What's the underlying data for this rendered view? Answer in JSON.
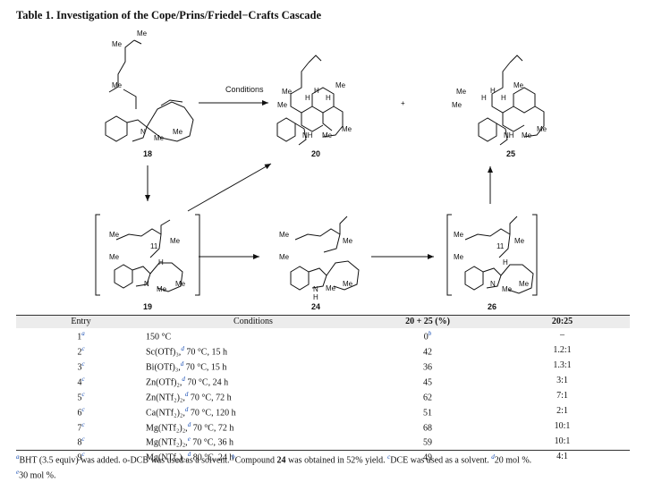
{
  "title": "Table 1. Investigation of the Cope/Prins/Friedel−Crafts Cascade",
  "scheme": {
    "conditions_label": "Conditions",
    "plus": "+",
    "compounds": {
      "c18": "18",
      "c20": "20",
      "c25": "25",
      "c19": "19",
      "c24": "24",
      "c26": "26"
    },
    "labels": {
      "me": "Me",
      "n": "N",
      "nh": "NH",
      "h": "H",
      "h_lower": "N\nH",
      "eleven": "11"
    }
  },
  "table": {
    "headers": {
      "entry": "Entry",
      "conditions": "Conditions",
      "yield": "20 + 25 (%)",
      "ratio": "20:25"
    },
    "rows": [
      {
        "entry": "1",
        "entry_note": "a",
        "cond": "150 °C",
        "cond_note": "",
        "cond_tail": "",
        "yield": "0",
        "yield_note": "b",
        "ratio": "–"
      },
      {
        "entry": "2",
        "entry_note": "c",
        "cond": "Sc(OTf)₃,",
        "cond_note": "d",
        "cond_tail": " 70 °C, 15 h",
        "yield": "42",
        "yield_note": "",
        "ratio": "1.2:1"
      },
      {
        "entry": "3",
        "entry_note": "c",
        "cond": "Bi(OTf)₃,",
        "cond_note": "d",
        "cond_tail": " 70 °C, 15 h",
        "yield": "36",
        "yield_note": "",
        "ratio": "1.3:1"
      },
      {
        "entry": "4",
        "entry_note": "c",
        "cond": "Zn(OTf)₂,",
        "cond_note": "d",
        "cond_tail": " 70 °C, 24 h",
        "yield": "45",
        "yield_note": "",
        "ratio": "3:1"
      },
      {
        "entry": "5",
        "entry_note": "c",
        "cond": "Zn(NTf₂)₂,",
        "cond_note": "d",
        "cond_tail": " 70 °C, 72 h",
        "yield": "62",
        "yield_note": "",
        "ratio": "7:1"
      },
      {
        "entry": "6",
        "entry_note": "c",
        "cond": "Ca(NTf₂)₂,",
        "cond_note": "d",
        "cond_tail": " 70 °C, 120 h",
        "yield": "51",
        "yield_note": "",
        "ratio": "2:1"
      },
      {
        "entry": "7",
        "entry_note": "c",
        "cond": "Mg(NTf₂)₂,",
        "cond_note": "d",
        "cond_tail": " 70 °C, 72 h",
        "yield": "68",
        "yield_note": "",
        "ratio": "10:1"
      },
      {
        "entry": "8",
        "entry_note": "c",
        "cond": "Mg(NTf₂)₂,",
        "cond_note": "e",
        "cond_tail": " 70 °C, 36 h",
        "yield": "59",
        "yield_note": "",
        "ratio": "10:1"
      },
      {
        "entry": "9",
        "entry_note": "c",
        "cond": "Mg(NTf₂)₂,",
        "cond_note": "d",
        "cond_tail": " 80 °C, 24 h",
        "yield": "49",
        "yield_note": "",
        "ratio": "4:1"
      }
    ]
  },
  "footnotes": {
    "a_mark": "a",
    "a": "BHT (3.5 equiv) was added. o-DCB was used as a solvent.",
    "b_mark": "b",
    "b_pre": "Compound ",
    "b_bold": "24",
    "b_post": " was obtained in 52% yield.",
    "c_mark": "c",
    "c": "DCE was used as a solvent.",
    "d_mark": "d",
    "d": "20 mol %.",
    "e_mark": "e",
    "e": "30 mol %."
  }
}
